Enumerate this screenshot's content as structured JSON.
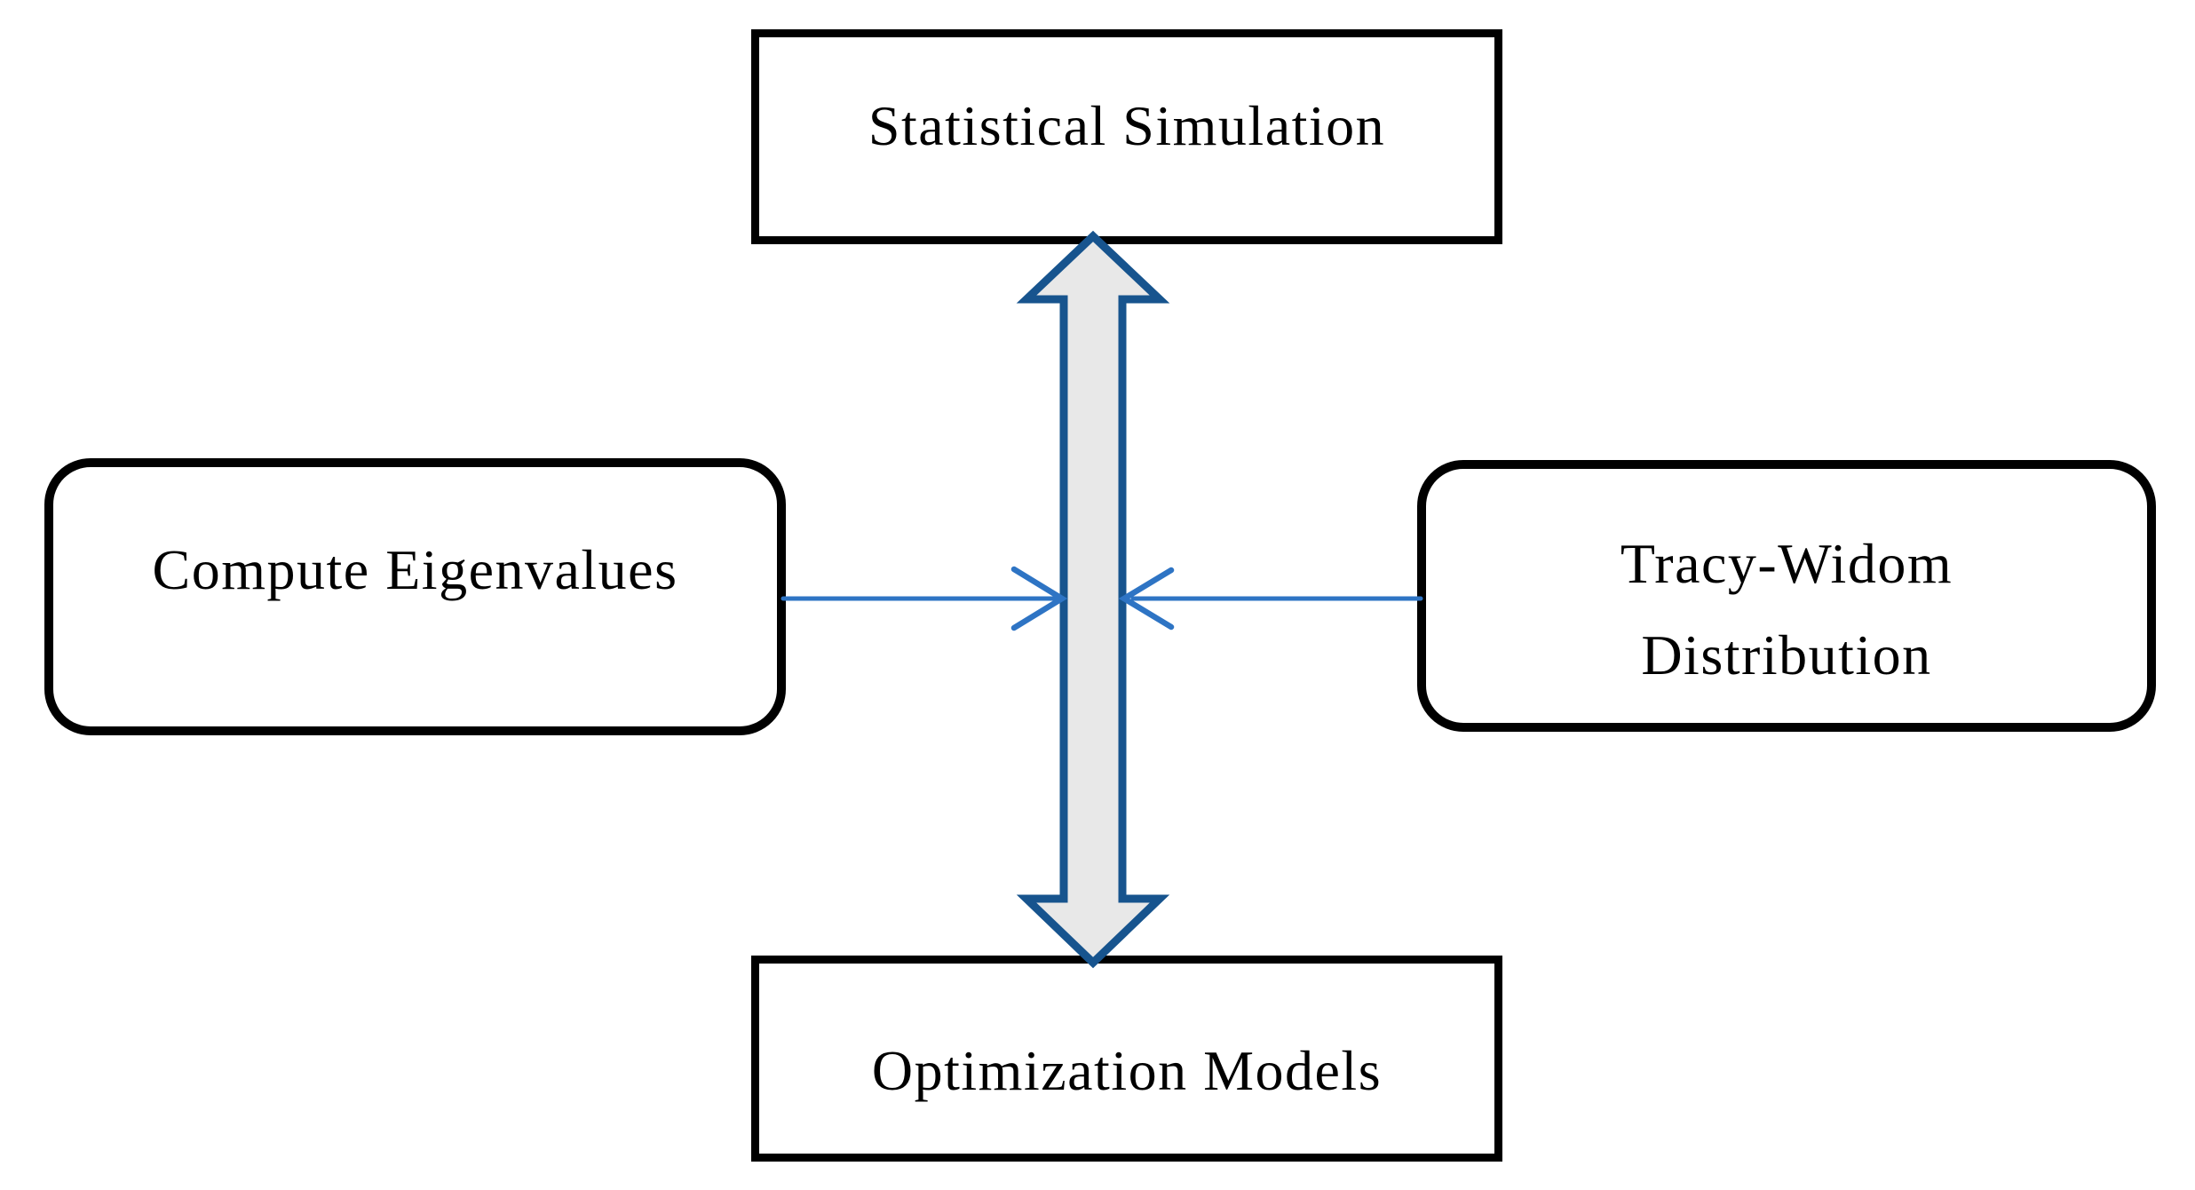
{
  "nodes": {
    "statistical_simulation": {
      "label": "Statistical Simulation",
      "shape": "rectangle"
    },
    "compute_eigenvalues": {
      "label": "Compute Eigenvalues",
      "shape": "rounded-rectangle"
    },
    "tracy_widom": {
      "label_line1": "Tracy-Widom",
      "label_line2": "Distribution",
      "shape": "rounded-rectangle"
    },
    "optimization_models": {
      "label": "Optimization Models",
      "shape": "rectangle"
    }
  },
  "connectors": {
    "vertical_block_arrow": {
      "type": "double-headed block arrow",
      "between": [
        "Statistical Simulation",
        "Optimization Models"
      ]
    },
    "left_thin_arrow": {
      "type": "thin open arrow",
      "from": "Compute Eigenvalues",
      "points_to": "center block arrow"
    },
    "right_thin_arrow": {
      "type": "thin open arrow",
      "from": "Tracy-Widom Distribution",
      "points_to": "center block arrow"
    }
  },
  "colors": {
    "background": "#FFFFFF",
    "box_fill": "#FFFFFF",
    "box_border": "#000000",
    "label_text": "#000000",
    "block_arrow_fill": "#E8E8E8",
    "block_arrow_outline": "#17548E",
    "thin_arrow": "#2E74C4"
  }
}
